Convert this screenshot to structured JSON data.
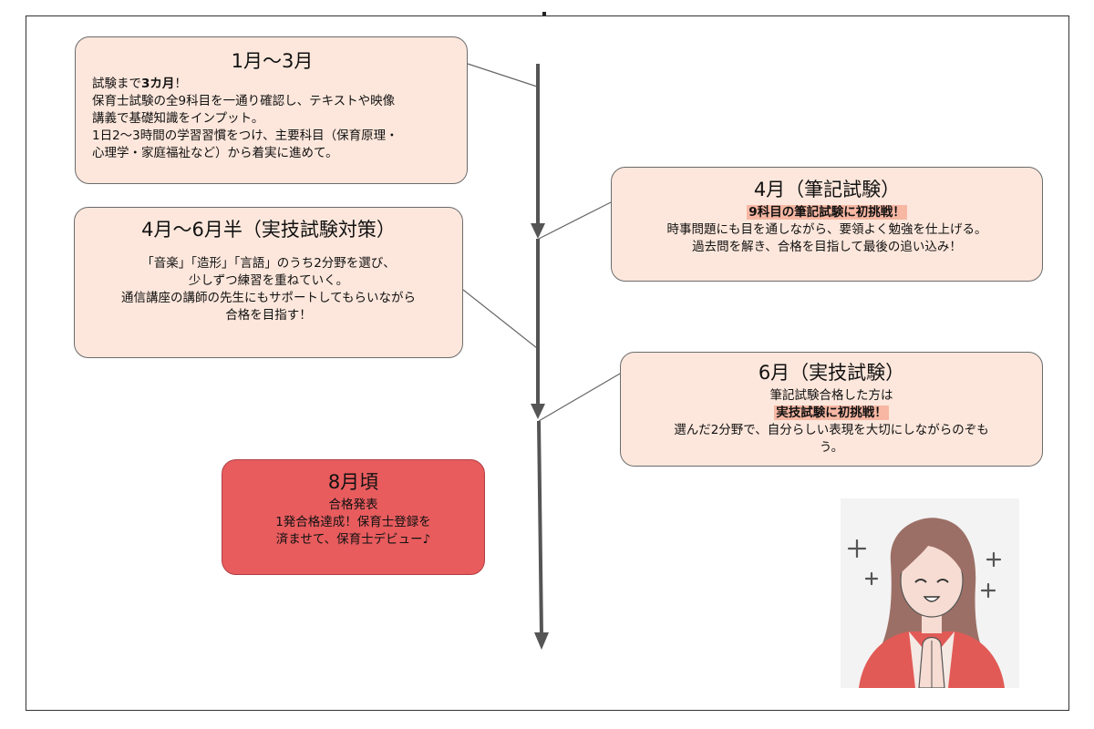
{
  "boxes": {
    "jan_mar": {
      "title": "1月～3月",
      "line1_pre": "試験まで",
      "line1_bold": "3カ月",
      "line1_post": "！",
      "line2": "保育士試験の全9科目を一通り確認し、テキストや映像",
      "line3": "講義で基礎知識をインプット。",
      "line4": "1日2～3時間の学習習慣をつけ、主要科目（保育原理・",
      "line5": "心理学・家庭福祉など）から着実に進めて。"
    },
    "apr_written": {
      "title": "4月（筆記試験）",
      "highlight": "9科目の筆記試験に初挑戦！",
      "line1": "時事問題にも目を通しながら、要領よく勉強を仕上げる。",
      "line2": "過去問を解き、合格を目指して最後の追い込み！"
    },
    "apr_jun_practical": {
      "title": "4月～6月半（実技試験対策）",
      "line1": "「音楽」「造形」「言語」のうち2分野を選び、",
      "line2": "少しずつ練習を重ねていく。",
      "line3": "通信講座の講師の先生にもサポートしてもらいながら",
      "line4": "合格を目指す！"
    },
    "jun_practical": {
      "title": "6月（実技試験）",
      "line1": "筆記試験合格した方は",
      "highlight": "実技試験に初挑戦！",
      "line2": "選んだ2分野で、自分らしい表現を大切にしながらのぞも",
      "line3": "う。"
    },
    "aug": {
      "title": "8月頃",
      "line1": "合格発表",
      "line2": "1発合格達成！保育士登録を",
      "line3": "済ませて、保育士デビュー♪"
    }
  },
  "colors": {
    "box_fill": "#fde7dc",
    "highlight": "#f7b7a3",
    "final_box": "#e85c5e",
    "timeline": "#555555"
  },
  "illustration": "smiling-woman-hands-clasped-with-sparkles"
}
